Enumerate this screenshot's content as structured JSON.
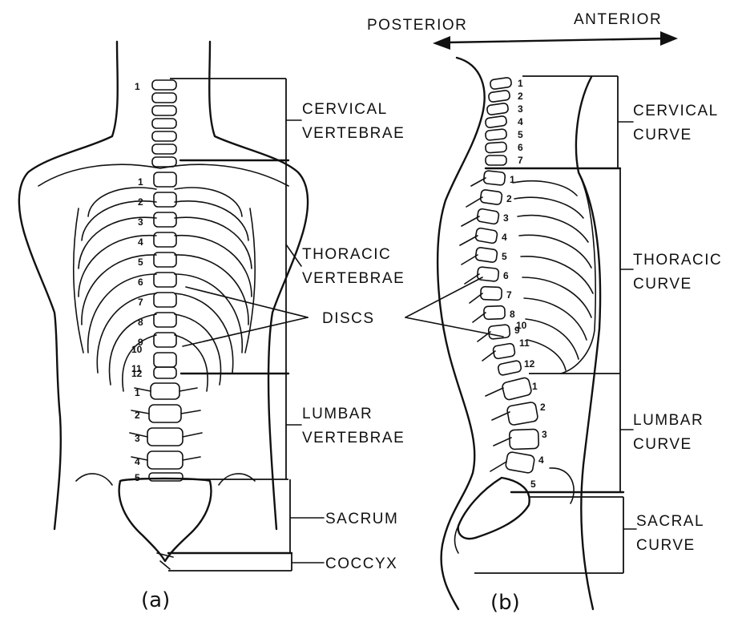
{
  "header": {
    "posterior": "POSTERIOR",
    "anterior": "ANTERIOR"
  },
  "figure_a": {
    "caption": "(a)",
    "labels": {
      "cervical": [
        "CERVICAL",
        "VERTEBRAE"
      ],
      "thoracic": [
        "THORACIC",
        "VERTEBRAE"
      ],
      "discs": "DISCS",
      "lumbar": [
        "LUMBAR",
        "VERTEBRAE"
      ],
      "sacrum": "SACRUM",
      "coccyx": "COCCYX"
    },
    "vertebra_numbers": {
      "cervical_top": "1",
      "thoracic": [
        "1",
        "2",
        "3",
        "4",
        "5",
        "6",
        "7",
        "8",
        "9",
        "10",
        "11",
        "12"
      ],
      "lumbar": [
        "1",
        "2",
        "3",
        "4",
        "5"
      ]
    }
  },
  "figure_b": {
    "caption": "(b)",
    "labels": {
      "cervical": [
        "CERVICAL",
        "CURVE"
      ],
      "thoracic": [
        "THORACIC",
        "CURVE"
      ],
      "lumbar": [
        "LUMBAR",
        "CURVE"
      ],
      "sacral": [
        "SACRAL",
        "CURVE"
      ]
    },
    "vertebra_numbers": {
      "cervical": [
        "1",
        "2",
        "3",
        "4",
        "5",
        "6",
        "7"
      ],
      "thoracic": [
        "1",
        "2",
        "3",
        "4",
        "5",
        "6",
        "7",
        "8",
        "9",
        "10",
        "11",
        "12"
      ],
      "lumbar": [
        "1",
        "2",
        "3",
        "4",
        "5"
      ]
    }
  }
}
